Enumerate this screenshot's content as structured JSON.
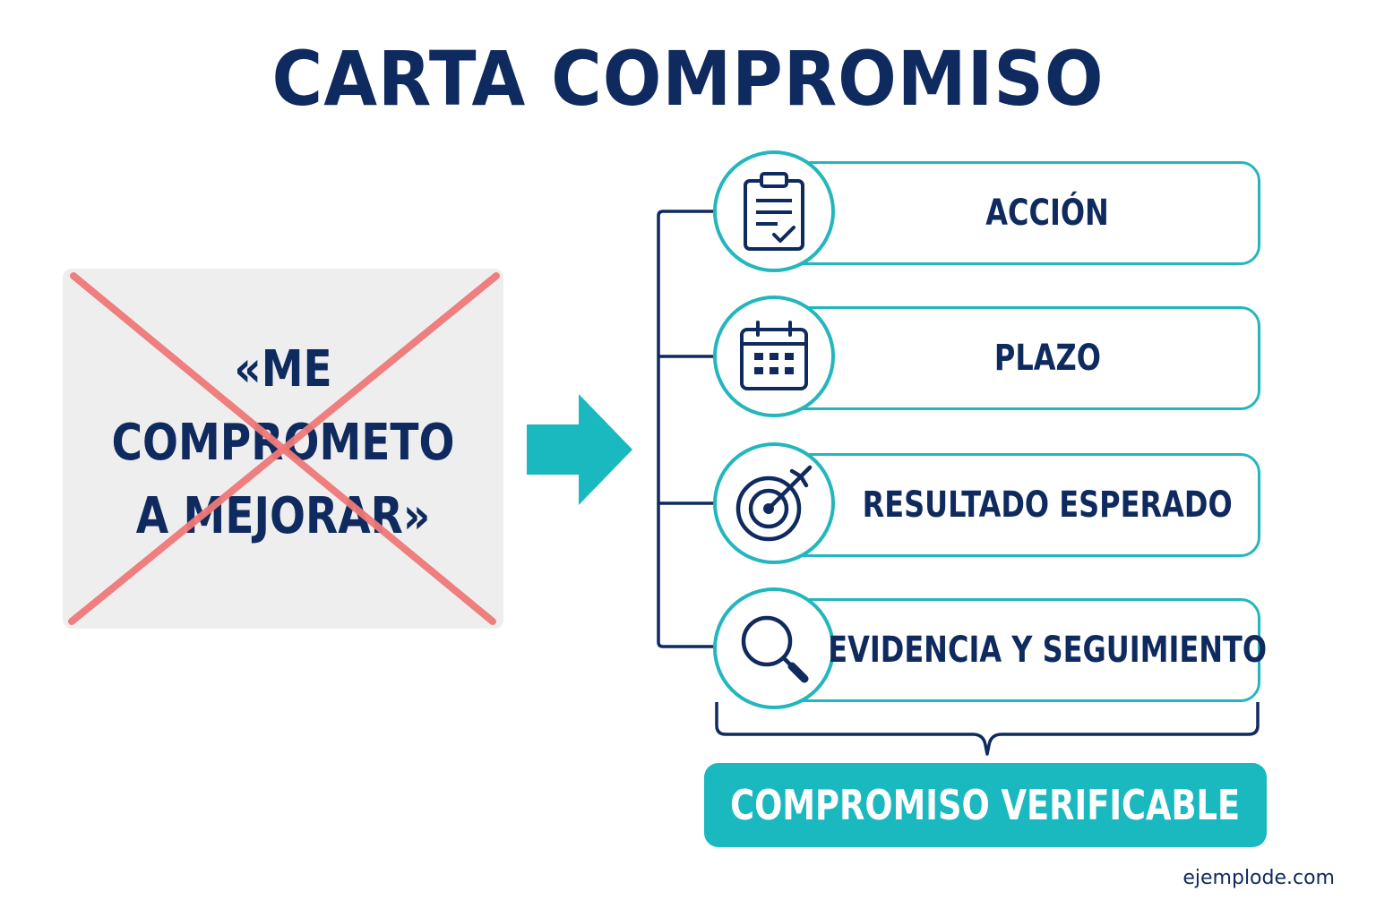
{
  "title": "CARTA COMPROMISO",
  "vague_statement": {
    "lines": [
      "«ME",
      "COMPROMETO",
      "A MEJORAR»"
    ]
  },
  "components": [
    {
      "label": "ACCIÓN",
      "icon": "clipboard-check-icon"
    },
    {
      "label": "PLAZO",
      "icon": "calendar-icon"
    },
    {
      "label": "RESULTADO ESPERADO",
      "icon": "target-arrow-icon"
    },
    {
      "label": "EVIDENCIA Y SEGUIMIENTO",
      "icon": "magnifier-icon"
    }
  ],
  "outcome": "COMPROMISO VERIFICABLE",
  "watermark": "ejemplode.com",
  "colors": {
    "navy": "#0f2a5e",
    "teal": "#1ab8bf",
    "cross": "#ef7a78",
    "box_gray": "#eeeeef"
  }
}
